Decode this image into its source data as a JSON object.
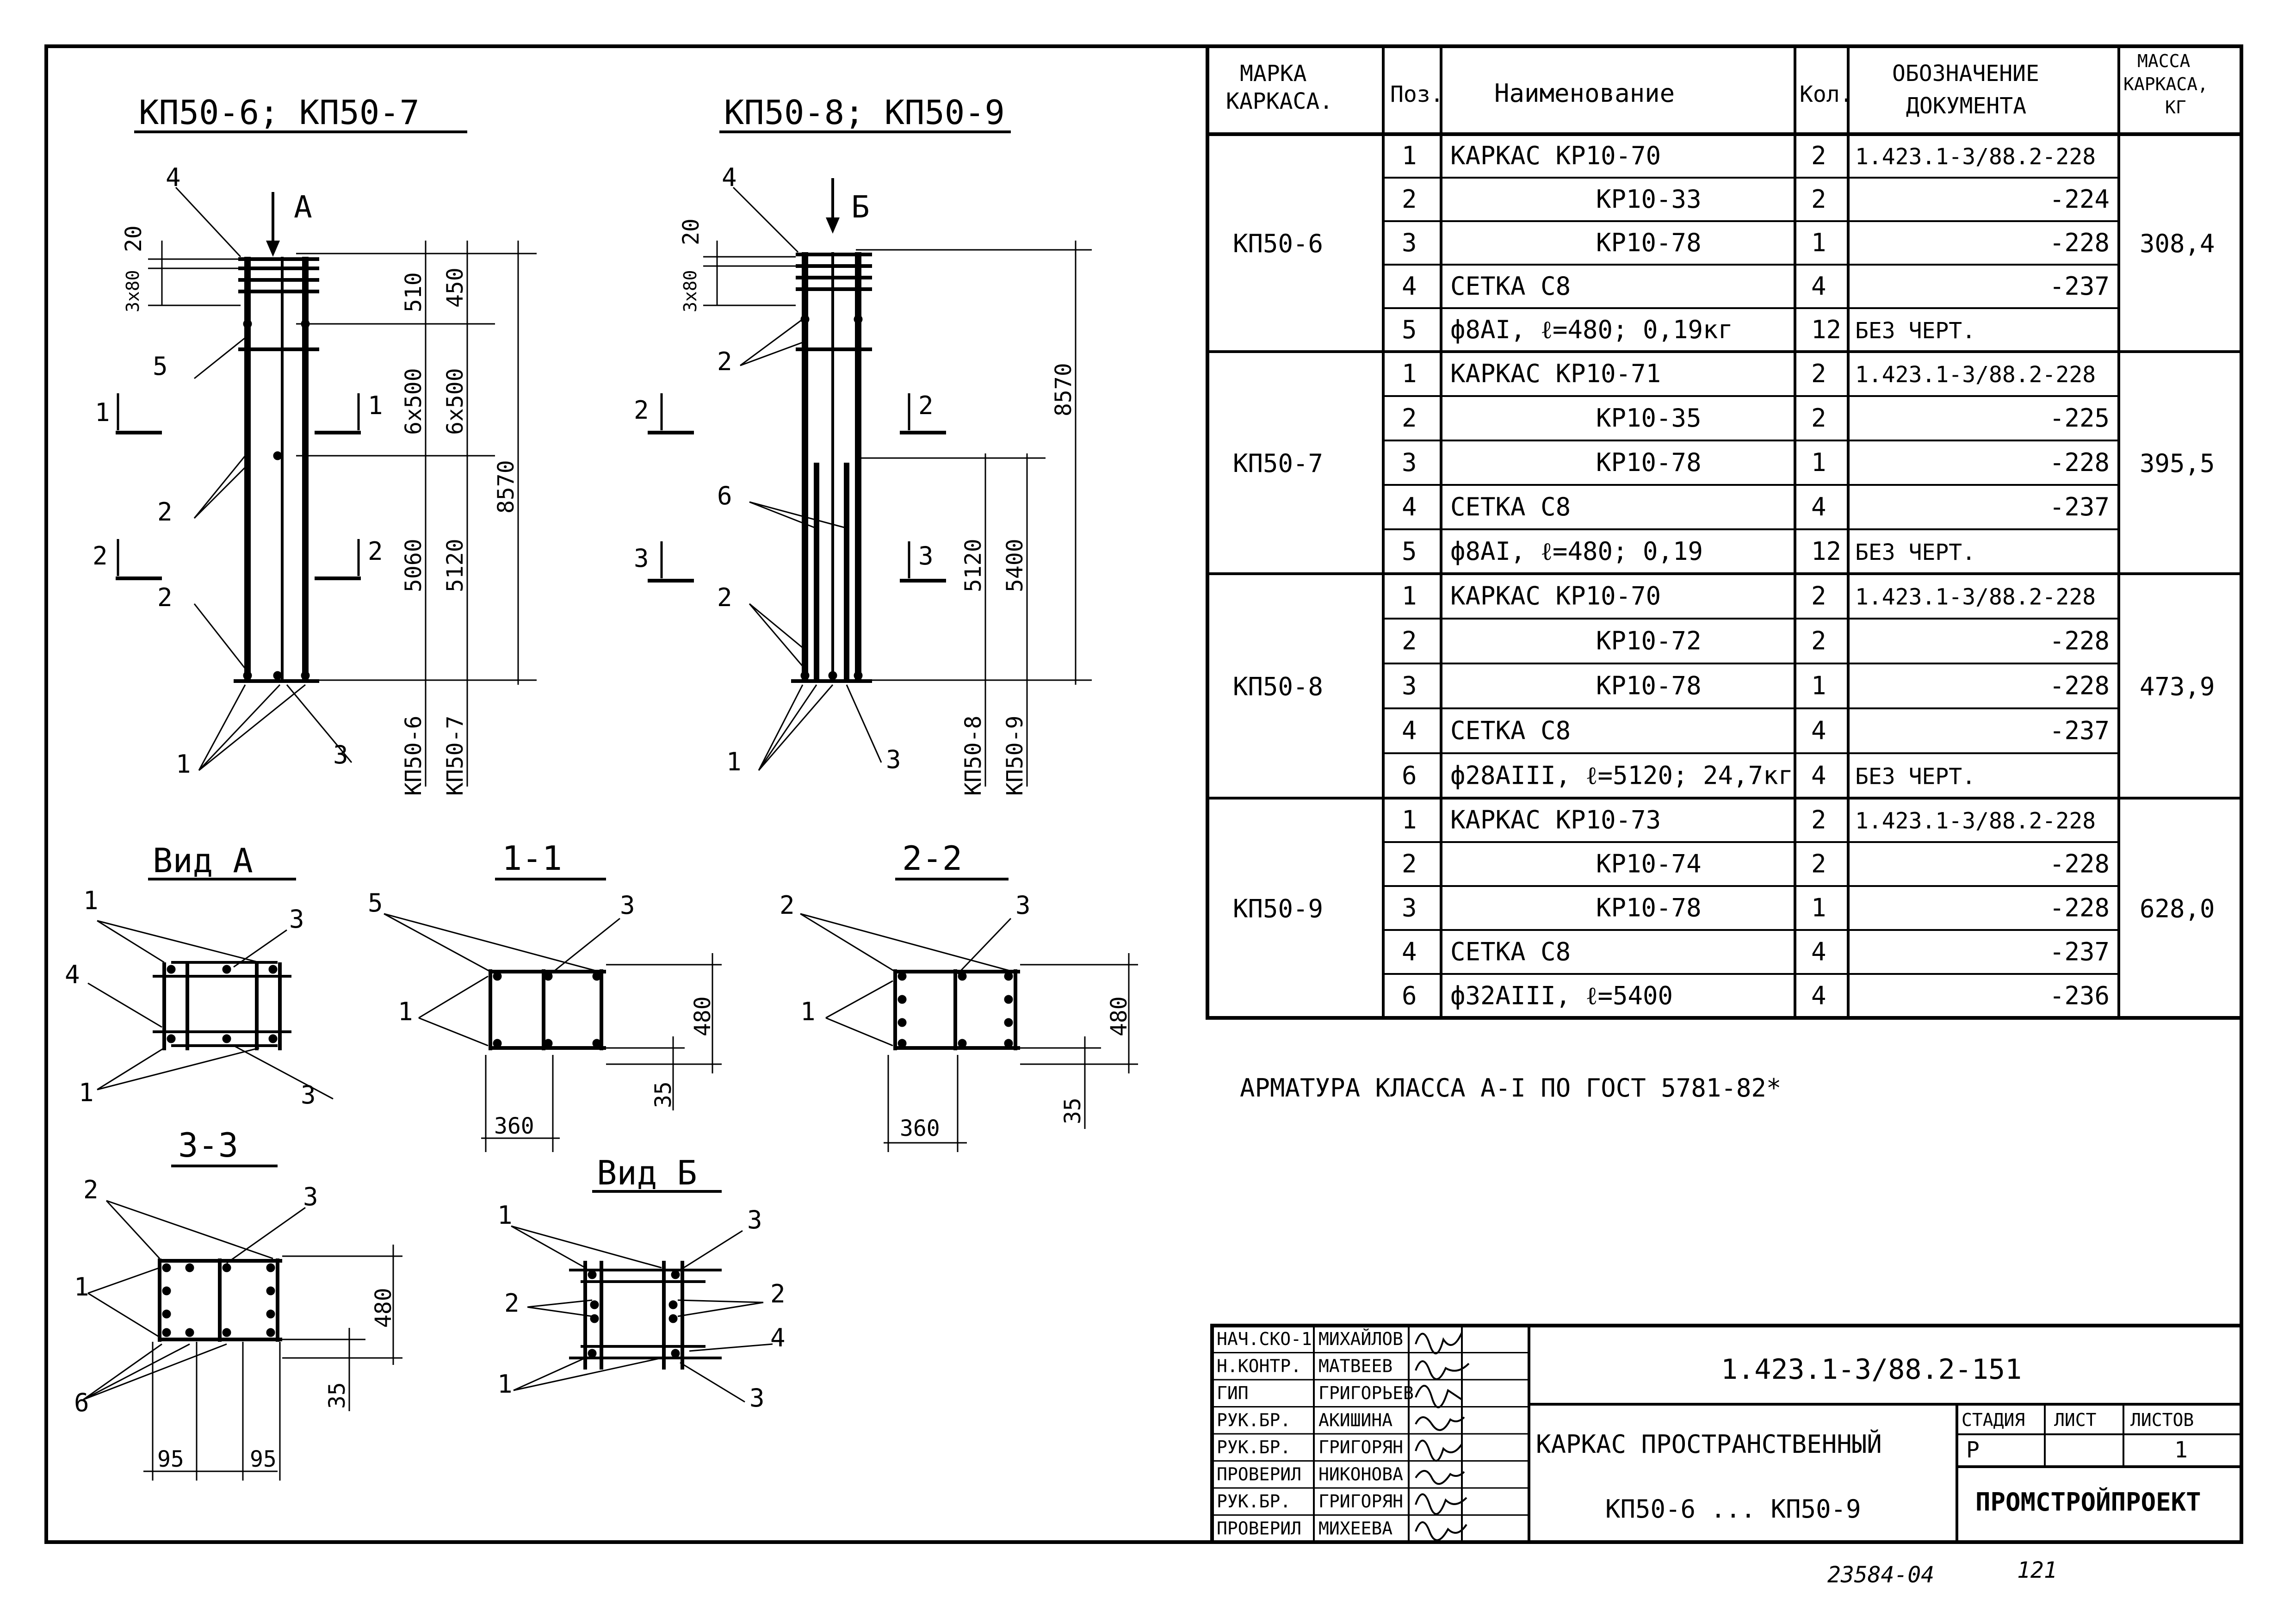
{
  "drawings": {
    "a": {
      "title": "КП50-6; КП50-7",
      "view_arrow": "А",
      "dims": {
        "d20": "20",
        "d3x80": "3x80",
        "d510": "510",
        "d450": "450",
        "d6x500a": "6x500",
        "d6x500b": "6x500",
        "d5060": "5060",
        "d5120": "5120",
        "d8570": "8570",
        "mark1": "КП50-6",
        "mark2": "КП50-7"
      },
      "callouts": [
        "4",
        "5",
        "2",
        "2",
        "1",
        "3"
      ],
      "sections": [
        "1",
        "1",
        "2",
        "2"
      ]
    },
    "b": {
      "title": "КП50-8; КП50-9",
      "view_arrow": "Б",
      "dims": {
        "d20": "20",
        "d3x80": "3x80",
        "d8570": "8570",
        "d5120": "5120",
        "d5400": "5400",
        "mark1": "КП50-8",
        "mark2": "КП50-9"
      },
      "callouts": [
        "4",
        "2",
        "6",
        "2",
        "1",
        "3"
      ],
      "sections": [
        "2",
        "2",
        "3",
        "3"
      ]
    }
  },
  "views": {
    "vid_a": {
      "title": "Вид А",
      "callouts": [
        "1",
        "3",
        "4",
        "1",
        "3"
      ]
    },
    "s11": {
      "title": "1-1",
      "callouts": [
        "5",
        "3",
        "1"
      ],
      "dims": [
        "480",
        "35",
        "360"
      ]
    },
    "s22": {
      "title": "2-2",
      "callouts": [
        "2",
        "3",
        "1"
      ],
      "dims": [
        "480",
        "35",
        "360"
      ]
    },
    "s33": {
      "title": "3-3",
      "callouts": [
        "2",
        "3",
        "1",
        "6"
      ],
      "dims": [
        "480",
        "35",
        "95",
        "95"
      ]
    },
    "vid_b": {
      "title": "Вид Б",
      "callouts": [
        "1",
        "3",
        "2",
        "2",
        "4",
        "1",
        "3"
      ]
    }
  },
  "spec": {
    "headers": [
      "МАРКА КАРКАСА.",
      "Поз.",
      "Наименование",
      "Кол.",
      "ОБОЗНАЧЕНИЕ ДОКУМЕНТА",
      "МАССА КАРКАСА, КГ"
    ],
    "groups": [
      {
        "mark": "КП50-6",
        "mass": "308,4",
        "rows": [
          {
            "pos": "1",
            "name": "КАРКАС КР10-70",
            "qty": "2",
            "doc": "1.423.1-3/88.2-228"
          },
          {
            "pos": "2",
            "name": "КР10-33",
            "qty": "2",
            "doc": "-224"
          },
          {
            "pos": "3",
            "name": "КР10-78",
            "qty": "1",
            "doc": "-228"
          },
          {
            "pos": "4",
            "name": "СЕТКА С8",
            "qty": "4",
            "doc": "-237"
          },
          {
            "pos": "5",
            "name": "ф8АI, ℓ=480; 0,19кг",
            "qty": "12",
            "doc": "БЕЗ ЧЕРТ."
          }
        ]
      },
      {
        "mark": "КП50-7",
        "mass": "395,5",
        "rows": [
          {
            "pos": "1",
            "name": "КАРКАС КР10-71",
            "qty": "2",
            "doc": "1.423.1-3/88.2-228"
          },
          {
            "pos": "2",
            "name": "КР10-35",
            "qty": "2",
            "doc": "-225"
          },
          {
            "pos": "3",
            "name": "КР10-78",
            "qty": "1",
            "doc": "-228"
          },
          {
            "pos": "4",
            "name": "СЕТКА С8",
            "qty": "4",
            "doc": "-237"
          },
          {
            "pos": "5",
            "name": "ф8АI, ℓ=480; 0,19",
            "qty": "12",
            "doc": "БЕЗ ЧЕРТ."
          }
        ]
      },
      {
        "mark": "КП50-8",
        "mass": "473,9",
        "rows": [
          {
            "pos": "1",
            "name": "КАРКАС КР10-70",
            "qty": "2",
            "doc": "1.423.1-3/88.2-228"
          },
          {
            "pos": "2",
            "name": "КР10-72",
            "qty": "2",
            "doc": "-228"
          },
          {
            "pos": "3",
            "name": "КР10-78",
            "qty": "1",
            "doc": "-228"
          },
          {
            "pos": "4",
            "name": "СЕТКА С8",
            "qty": "4",
            "doc": "-237"
          },
          {
            "pos": "6",
            "name": "ф28АIII, ℓ=5120; 24,7кг",
            "qty": "4",
            "doc": "БЕЗ ЧЕРТ."
          }
        ]
      },
      {
        "mark": "КП50-9",
        "mass": "628,0",
        "rows": [
          {
            "pos": "1",
            "name": "КАРКАС КР10-73",
            "qty": "2",
            "doc": "1.423.1-3/88.2-228"
          },
          {
            "pos": "2",
            "name": "КР10-74",
            "qty": "2",
            "doc": "-228"
          },
          {
            "pos": "3",
            "name": "КР10-78",
            "qty": "1",
            "doc": "-228"
          },
          {
            "pos": "4",
            "name": "СЕТКА С8",
            "qty": "4",
            "doc": "-237"
          },
          {
            "pos": "6",
            "name": "ф32АIII, ℓ=5400",
            "qty": "4",
            "doc": "-236"
          }
        ]
      }
    ]
  },
  "note": "АРМАТУРА КЛАССА А-I ПО ГОСТ 5781-82*",
  "stamp": {
    "people": [
      {
        "role": "НАЧ.СКО-1",
        "name": "МИХАЙЛОВ"
      },
      {
        "role": "Н.КОНТР.",
        "name": "МАТВЕЕВ"
      },
      {
        "role": "ГИП",
        "name": "ГРИГОРЬЕВ"
      },
      {
        "role": "РУК.БР.",
        "name": "АКИШИНА"
      },
      {
        "role": "РУК.БР.",
        "name": "ГРИГОРЯН"
      },
      {
        "role": "ПРОВЕРИЛ",
        "name": "НИКОНОВА"
      },
      {
        "role": "РУК.БР.",
        "name": "ГРИГОРЯН"
      },
      {
        "role": "ПРОВЕРИЛ",
        "name": "МИХЕЕВА"
      }
    ],
    "code": "1.423.1-3/88.2-151",
    "title_line1": "КАРКАС ПРОСТРАНСТВЕННЫЙ",
    "title_line2": "КП50-6 ... КП50-9",
    "stage_header": "СТАДИЯ",
    "sheet_header": "ЛИСТ",
    "sheets_header": "ЛИСТОВ",
    "stage": "Р",
    "sheet": "",
    "sheets": "1",
    "org": "ПРОМСТРОЙПРОЕКТ"
  },
  "footer": {
    "archive": "23584-04",
    "page": "121"
  }
}
